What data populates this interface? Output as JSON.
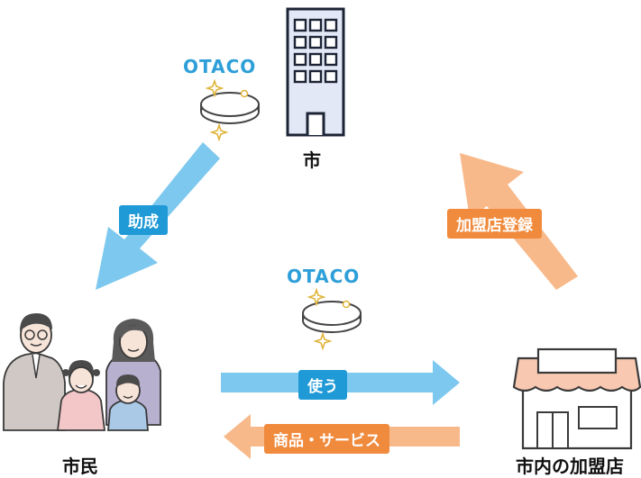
{
  "coin_brand": "OTACO",
  "nodes": {
    "city": "市",
    "citizens": "市民",
    "store": "市内の加盟店"
  },
  "arrows": {
    "subsidy": "助成",
    "use": "使う",
    "goods": "商品・サービス",
    "register": "加盟店登録"
  },
  "colors": {
    "blue_arrow": "#7dc8ef",
    "blue_label": "#1f9ad6",
    "orange_arrow": "#f8b98a",
    "orange_label": "#f08a3c",
    "brand_text": "#2e9fd8"
  }
}
